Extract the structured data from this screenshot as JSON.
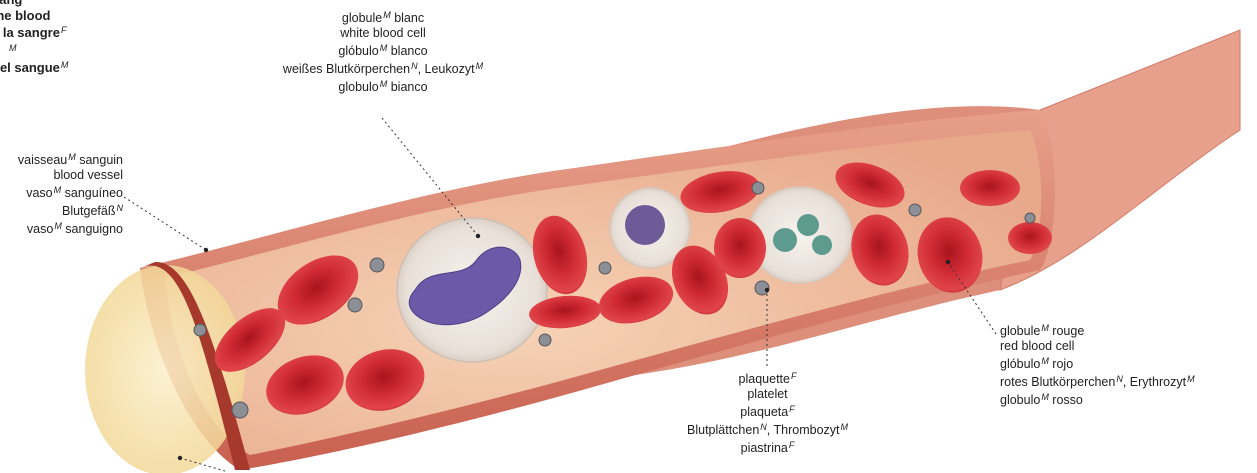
{
  "title_block": {
    "lines": [
      {
        "text": "sang",
        "gender": ""
      },
      {
        "text": "the blood",
        "gender": ""
      },
      {
        "text": "e la sangre",
        "gender": "F"
      },
      {
        "text": "",
        "gender": "M"
      },
      {
        "text": "del sangue",
        "gender": "M"
      }
    ]
  },
  "labels": {
    "white_blood_cell": [
      {
        "text": "globule",
        "gender": "M",
        "suffix": " blanc"
      },
      {
        "text": "white blood cell",
        "gender": "",
        "suffix": ""
      },
      {
        "text": "glóbulo",
        "gender": "M",
        "suffix": " blanco"
      },
      {
        "text": "weißes Blutkörperchen",
        "gender": "N",
        "suffix": ", Leukozyt",
        "gender2": "M"
      },
      {
        "text": "globulo",
        "gender": "M",
        "suffix": " bianco"
      }
    ],
    "blood_vessel": [
      {
        "text": "vaisseau",
        "gender": "M",
        "suffix": " sanguin"
      },
      {
        "text": "blood vessel",
        "gender": "",
        "suffix": ""
      },
      {
        "text": "vaso",
        "gender": "M",
        "suffix": " sanguíneo"
      },
      {
        "text": "Blutgefäß",
        "gender": "N",
        "suffix": ""
      },
      {
        "text": "vaso",
        "gender": "M",
        "suffix": " sanguigno"
      }
    ],
    "platelet": [
      {
        "text": "plaquette",
        "gender": "F",
        "suffix": ""
      },
      {
        "text": "platelet",
        "gender": "",
        "suffix": ""
      },
      {
        "text": "plaqueta",
        "gender": "F",
        "suffix": ""
      },
      {
        "text": "Blutplättchen",
        "gender": "N",
        "suffix": ", Thrombozyt",
        "gender2": "M"
      },
      {
        "text": "piastrina",
        "gender": "F",
        "suffix": ""
      }
    ],
    "red_blood_cell": [
      {
        "text": "globule",
        "gender": "M",
        "suffix": " rouge"
      },
      {
        "text": "red blood cell",
        "gender": "",
        "suffix": ""
      },
      {
        "text": "glóbulo",
        "gender": "M",
        "suffix": " rojo"
      },
      {
        "text": "rotes Blutkörperchen",
        "gender": "N",
        "suffix": ", Erythrozyt",
        "gender2": "M"
      },
      {
        "text": "globulo",
        "gender": "M",
        "suffix": " rosso"
      }
    ]
  },
  "colors": {
    "vessel_outer": "#d9826f",
    "vessel_inner": "#f3c9a8",
    "red_cell": "#d42a33",
    "white_cell": "#efeae4",
    "nucleus": "#6a5aa6",
    "plasma_end": "#f8e7b8",
    "leader": "#333333"
  }
}
